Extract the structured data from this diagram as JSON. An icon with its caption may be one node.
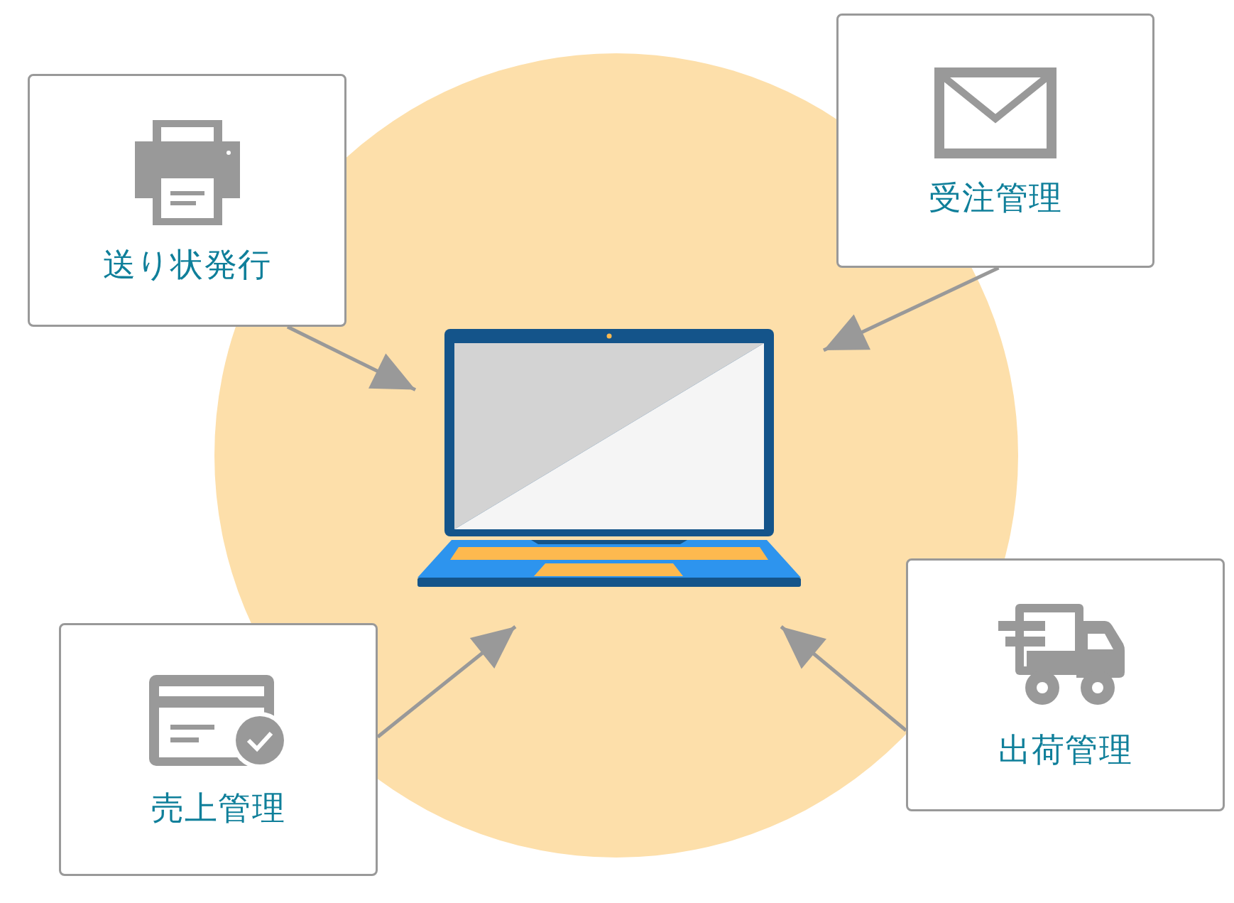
{
  "diagram": {
    "nodes": [
      {
        "text": [
          "送り状発行"
        ]
      },
      {
        "text": [
          "受注管理"
        ]
      },
      {
        "text": [
          "売上管理"
        ]
      },
      {
        "text": [
          "出荷管理"
        ]
      },
      {
        "text": [],
        "shape": "picture"
      }
    ],
    "edges": [
      {
        "from": 0,
        "to": 4,
        "arrow": "to"
      },
      {
        "from": 1,
        "to": 4,
        "arrow": "to"
      },
      {
        "from": 2,
        "to": 4,
        "arrow": "to"
      },
      {
        "from": 3,
        "to": 4,
        "arrow": "to"
      }
    ]
  }
}
